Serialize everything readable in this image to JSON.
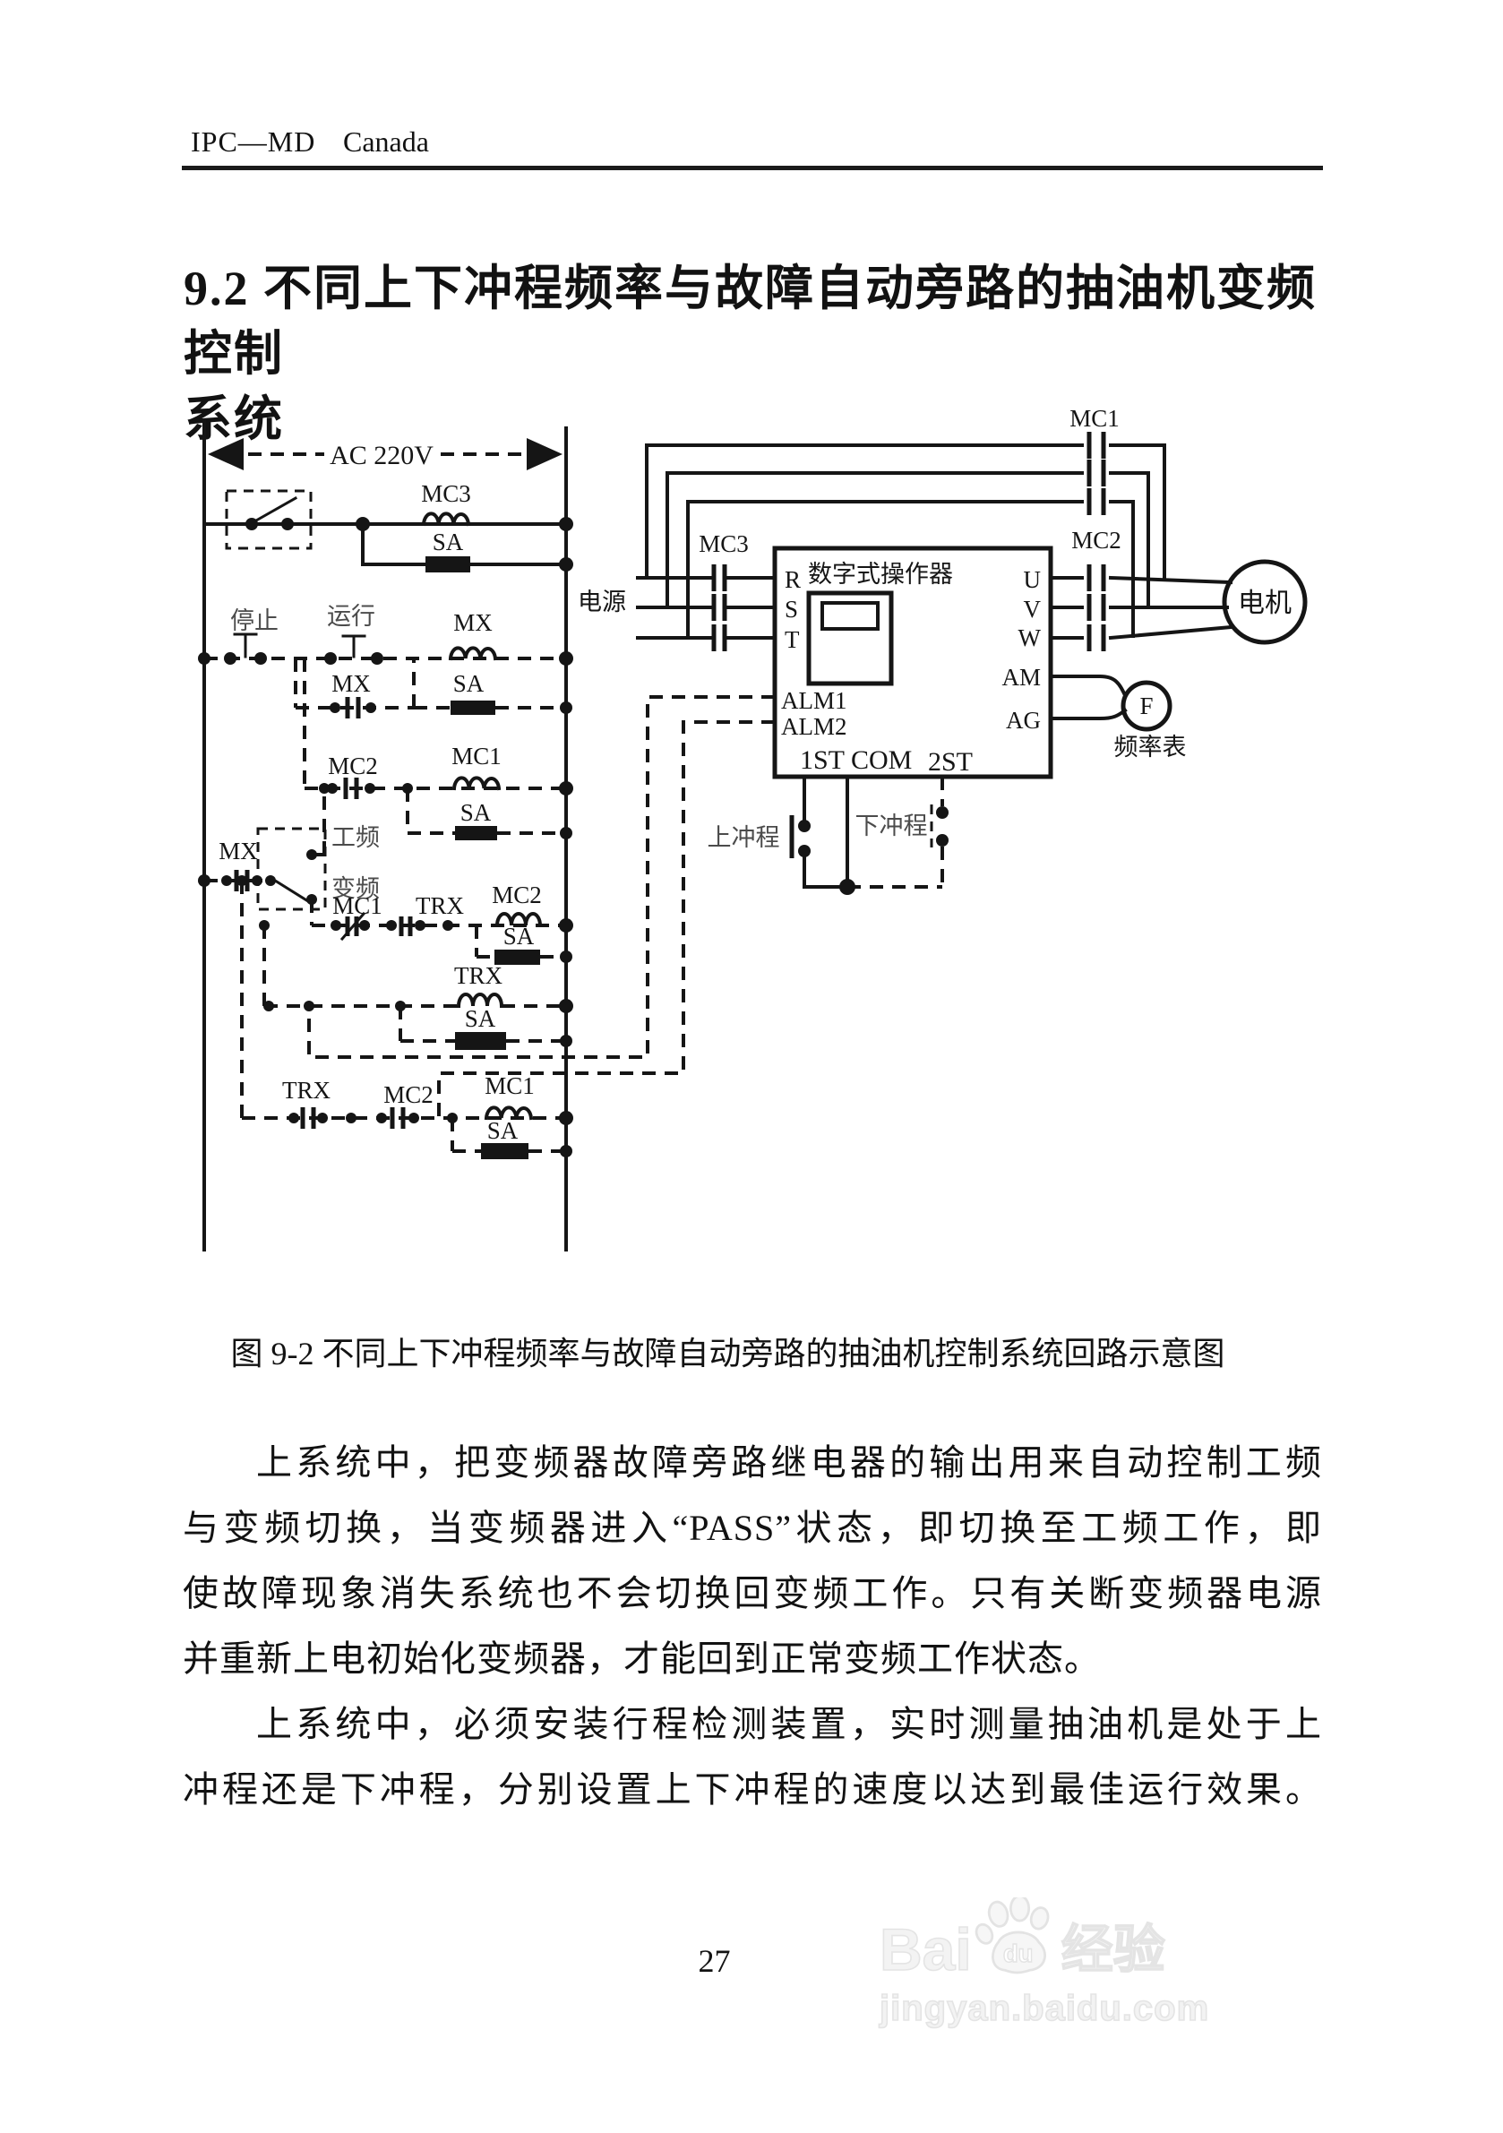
{
  "page": {
    "header": {
      "left": "IPC—MD",
      "right": "Canada"
    },
    "title_line1": "9.2 不同上下冲程频率与故障自动旁路的抽油机变频控制",
    "title_line2": "系统",
    "caption": "图 9-2 不同上下冲程频率与故障自动旁路的抽油机控制系统回路示意图",
    "paragraph1_lines": [
      "上系统中，把变频器故障旁路继电器的输出用来自动控制工频",
      "与变频切换，当变频器进入“PASS”状态，即切换至工频工作，即",
      "使故障现象消失系统也不会切换回变频工作。只有关断变频器电源",
      "并重新上电初始化变频器，才能回到正常变频工作状态。"
    ],
    "paragraph2_lines": [
      "上系统中，必须安装行程检测装置，实时测量抽油机是处于上",
      "冲程还是下冲程，分别设置上下冲程的速度以达到最佳运行效果。"
    ],
    "page_number": "27",
    "watermark": {
      "bai": "Bai",
      "du": "du",
      "suffix": "经验",
      "url": "jingyan.baidu.com"
    }
  },
  "diagram": {
    "labels": {
      "ac": "AC 220V",
      "mc1": "MC1",
      "mc2": "MC2",
      "mc3": "MC3",
      "sa": "SA",
      "mx": "MX",
      "trx": "TRX",
      "stop": "停止",
      "run": "运行",
      "gongpin": "工频",
      "bianpin": "变频",
      "power": "电源",
      "operator": "数字式操作器",
      "r": "R",
      "s": "S",
      "t": "T",
      "u": "U",
      "v": "V",
      "w": "W",
      "am": "AM",
      "ag": "AG",
      "alm1": "ALM1",
      "alm2": "ALM2",
      "st1": "1ST COM",
      "st2": "2ST",
      "up": "上冲程",
      "down": "下冲程",
      "motor": "电机",
      "f": "F",
      "freq": "频率表"
    }
  }
}
